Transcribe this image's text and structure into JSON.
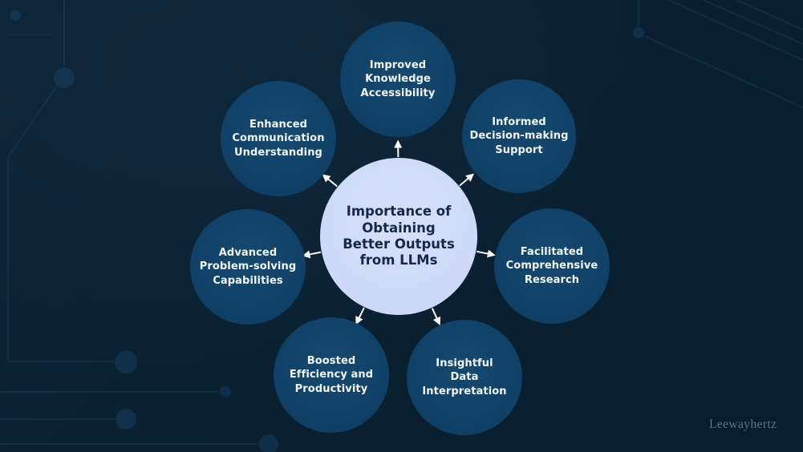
{
  "slide": {
    "background_color": "#0a2132",
    "watermark": "Leewayhertz"
  },
  "diagram": {
    "center": {
      "label": "Importance of\nObtaining\nBetter Outputs\nfrom LLMs",
      "fill": "#cdd9f7",
      "text_color": "#14294a"
    },
    "node_fill": "#104168",
    "node_text_color": "#f2f7fb",
    "arrow_color": "#ffffff",
    "nodes": [
      {
        "position": "top",
        "label": "Improved\nKnowledge\nAccessibility"
      },
      {
        "position": "top-right",
        "label": "Informed\nDecision-making\nSupport"
      },
      {
        "position": "right",
        "label": "Facilitated\nComprehensive\nResearch"
      },
      {
        "position": "bottom-right",
        "label": "Insightful\nData\nInterpretation"
      },
      {
        "position": "bottom-left",
        "label": "Boosted\nEfficiency and\nProductivity"
      },
      {
        "position": "left",
        "label": "Advanced\nProblem-solving\nCapabilities"
      },
      {
        "position": "top-left",
        "label": "Enhanced\nCommunication\nUnderstanding"
      }
    ]
  }
}
